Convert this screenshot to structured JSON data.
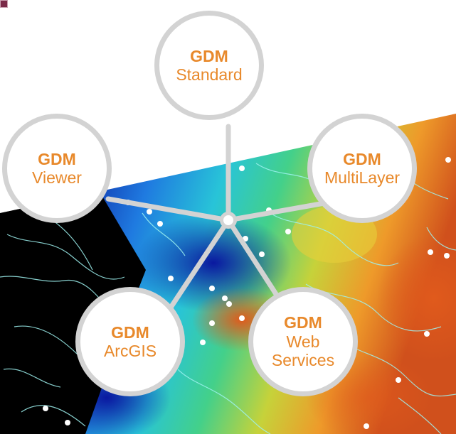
{
  "diagram": {
    "colors": {
      "accent": "#e8892b",
      "circle_border": "#d3d3d3",
      "connector": "#d3d3d3",
      "hub": "#ffffff"
    },
    "hub": {
      "label": ""
    },
    "nodes": [
      {
        "id": "standard",
        "brand": "GDM",
        "product": "Standard"
      },
      {
        "id": "viewer",
        "brand": "GDM",
        "product": "Viewer"
      },
      {
        "id": "multilayer",
        "brand": "GDM",
        "product": "MultiLayer"
      },
      {
        "id": "arcgis",
        "brand": "GDM",
        "product": "ArcGIS"
      },
      {
        "id": "webservices",
        "brand": "GDM",
        "product": "Web Services"
      }
    ],
    "background": {
      "description_icon": "geological-map-raster",
      "palette": [
        "#0a1a9a",
        "#1f7ae0",
        "#28c4d8",
        "#43d08a",
        "#c6d23a",
        "#ee9a2a",
        "#d0501c"
      ]
    }
  }
}
